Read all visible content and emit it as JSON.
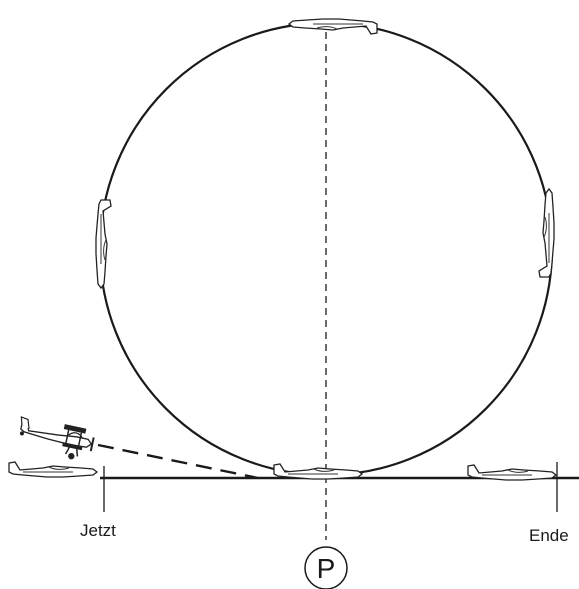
{
  "labels": {
    "start": "Jetzt",
    "end": "Ende",
    "position_marker": "P"
  },
  "icons": {
    "glider": "glider-icon",
    "tow_plane": "biplane-icon"
  },
  "colors": {
    "line": "#1a1a1a",
    "background": "#ffffff"
  }
}
